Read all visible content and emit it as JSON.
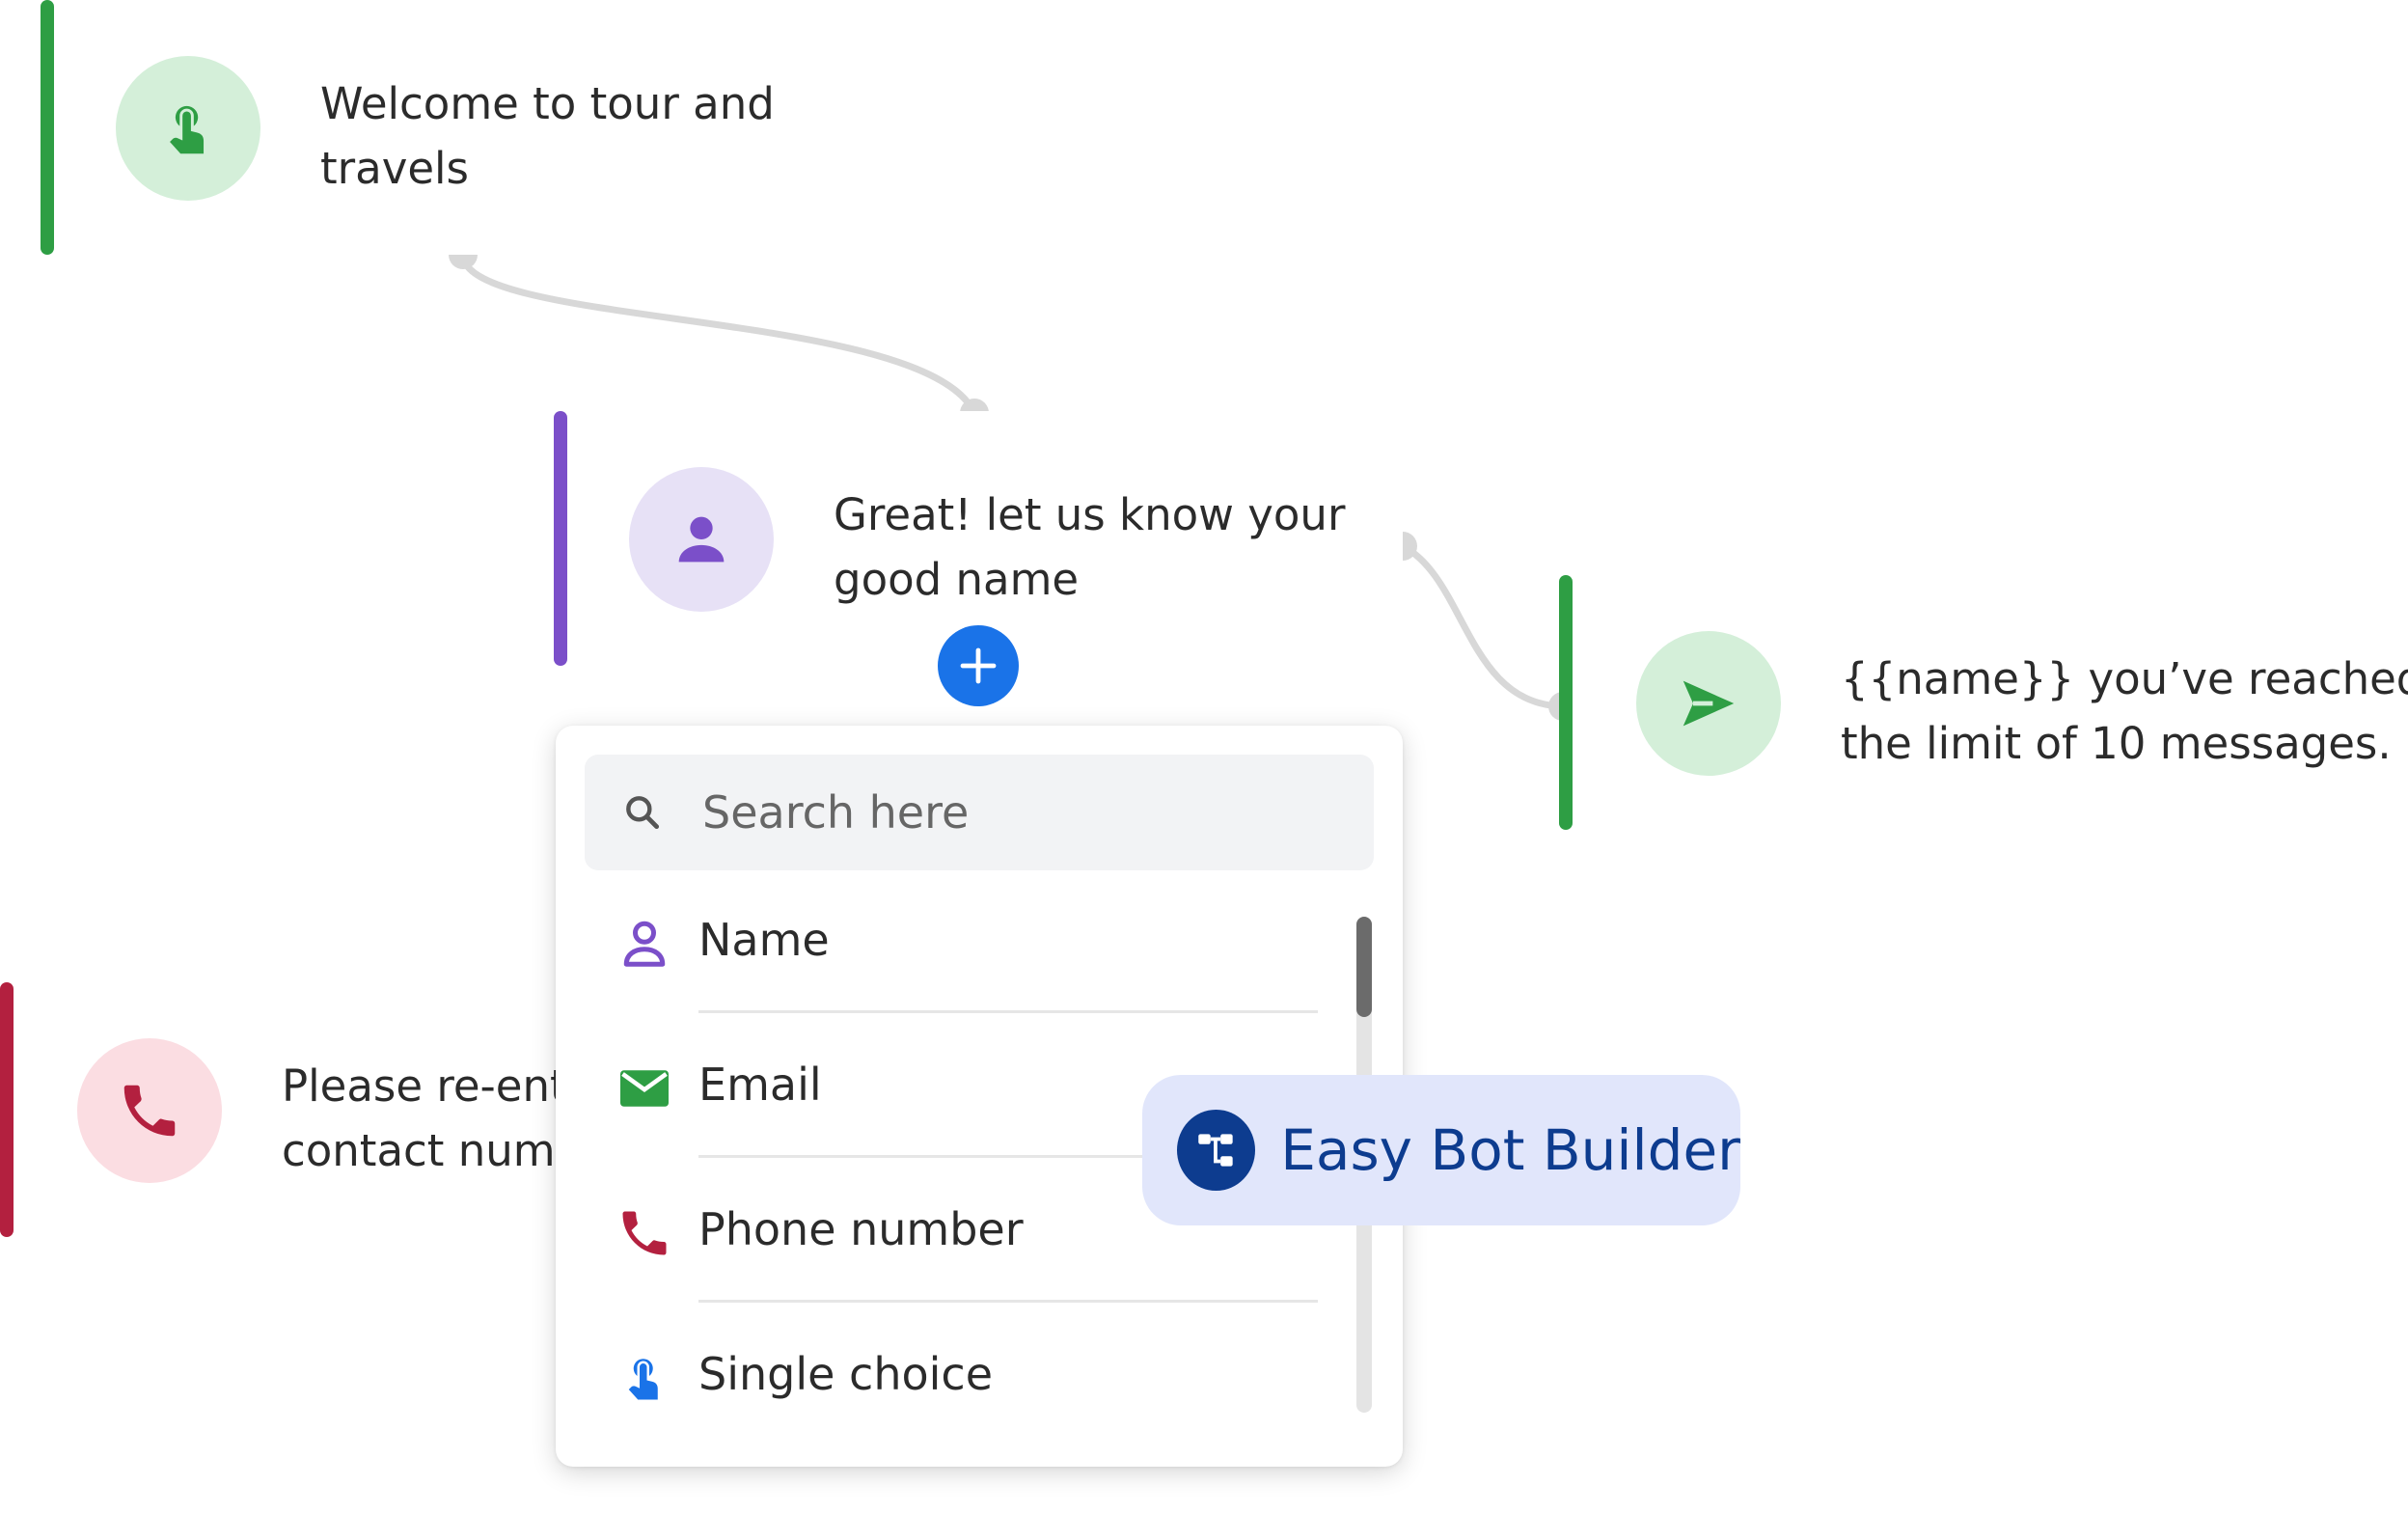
{
  "nodes": {
    "welcome": {
      "line1": "Welcome to tour and",
      "line2": "travels",
      "icon": "single-choice-icon",
      "accent": "#2e9e44",
      "icon_bg": "#d4efd9"
    },
    "name_question": {
      "line1": "Great! let us know your",
      "line2": "good name",
      "icon": "person-icon",
      "accent": "#7b4fc9",
      "icon_bg": "#e7e1f6"
    },
    "limit_message": {
      "line1": "{{name}} you’ve reached",
      "line2": "the limit of 10 messages.",
      "icon": "send-icon",
      "accent": "#2e9e44",
      "icon_bg": "#d4efd9"
    },
    "phone_reenter": {
      "line1": "Please re-enter your",
      "line2": "contact number",
      "icon": "phone-icon",
      "accent": "#b3203f",
      "icon_bg": "#fbdde2"
    }
  },
  "add_button": {
    "icon": "plus-icon",
    "color": "#1a73e8"
  },
  "picker": {
    "search_placeholder": "Search here",
    "options": [
      {
        "label": "Name",
        "icon": "person-outline-icon",
        "color": "#7b4fc9"
      },
      {
        "label": "Email",
        "icon": "email-icon",
        "color": "#2e9e44"
      },
      {
        "label": "Phone number",
        "icon": "phone-icon",
        "color": "#b3203f"
      },
      {
        "label": "Single choice",
        "icon": "tap-icon",
        "color": "#1a73e8"
      }
    ]
  },
  "badge": {
    "name": "Easy Bot Builder",
    "icon": "flow-icon",
    "color": "#0d3c8f"
  }
}
